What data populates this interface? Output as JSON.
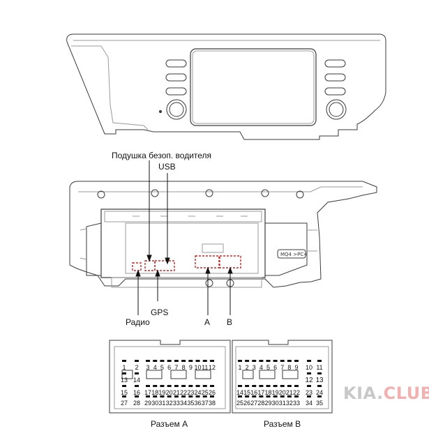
{
  "labels": {
    "airbag": "Подушка безоп. водителя",
    "usb": "USB",
    "gps": "GPS",
    "radio": "Радио",
    "a": "A",
    "b": "B",
    "badge": "MQ4 >PC<",
    "connector_a": "Разъем A",
    "connector_b": "Разъем B"
  },
  "connector_a": {
    "row1": [
      "1",
      "2",
      "3",
      "4",
      "5",
      "6",
      "7",
      "8",
      "9",
      "10",
      "11",
      "12"
    ],
    "row2": [
      "13",
      "14"
    ],
    "row3": [
      "15",
      "16",
      "17",
      "18",
      "19",
      "20",
      "21",
      "22",
      "23",
      "24",
      "25",
      "26"
    ],
    "row4": [
      "27",
      "28",
      "29",
      "30",
      "31",
      "32",
      "33",
      "34",
      "35",
      "36",
      "37",
      "38"
    ]
  },
  "connector_b": {
    "row1": [
      "1",
      "2",
      "3",
      "4",
      "5",
      "6",
      "7",
      "8",
      "9",
      "10",
      "11"
    ],
    "row2": [
      "12",
      "13"
    ],
    "row3": [
      "14",
      "15",
      "16",
      "17",
      "18",
      "19",
      "20",
      "21",
      "22",
      "23",
      "24"
    ],
    "row4": [
      "25",
      "26",
      "27",
      "28",
      "29",
      "30",
      "31",
      "32",
      "33",
      "34",
      "35"
    ]
  },
  "watermark": {
    "prefix": "KIA.",
    "suffix": "CLUB",
    "color_prefix": "#c8c8c8",
    "color_suffix": "#f3b0b0"
  },
  "colors": {
    "highlight": "#d22020",
    "line": "#3a3a3a",
    "light": "#9a9a9a"
  }
}
